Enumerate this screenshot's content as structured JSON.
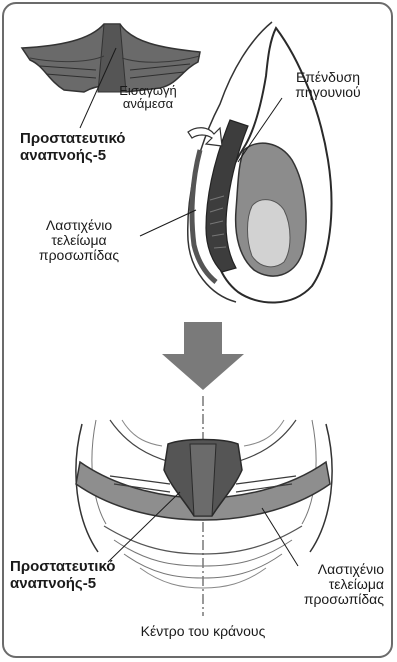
{
  "labels": {
    "insert_between": [
      "Εισαγωγή",
      "ανάμεσα"
    ],
    "chin_lining": [
      "Επένδυση",
      "πηγουνιού"
    ],
    "breath_guard_top": [
      "Προστατευτικό",
      "αναπνοής-5"
    ],
    "rubber_trim_top": [
      "Λαστιχένιο",
      "τελείωμα",
      "προσωπίδας"
    ],
    "breath_guard_bottom": [
      "Προστατευτικό",
      "αναπνοής-5"
    ],
    "rubber_trim_bottom": [
      "Λαστιχένιο",
      "τελείωμα",
      "προσωπίδας"
    ],
    "helmet_center": "Κέντρο του κράνους"
  },
  "colors": {
    "frame": "#6b6b6b",
    "arrow": "#7a7a7a",
    "dark_part": "#4d4d4d",
    "mid_part": "#8c8c8c",
    "light_part": "#c8c8c8"
  }
}
